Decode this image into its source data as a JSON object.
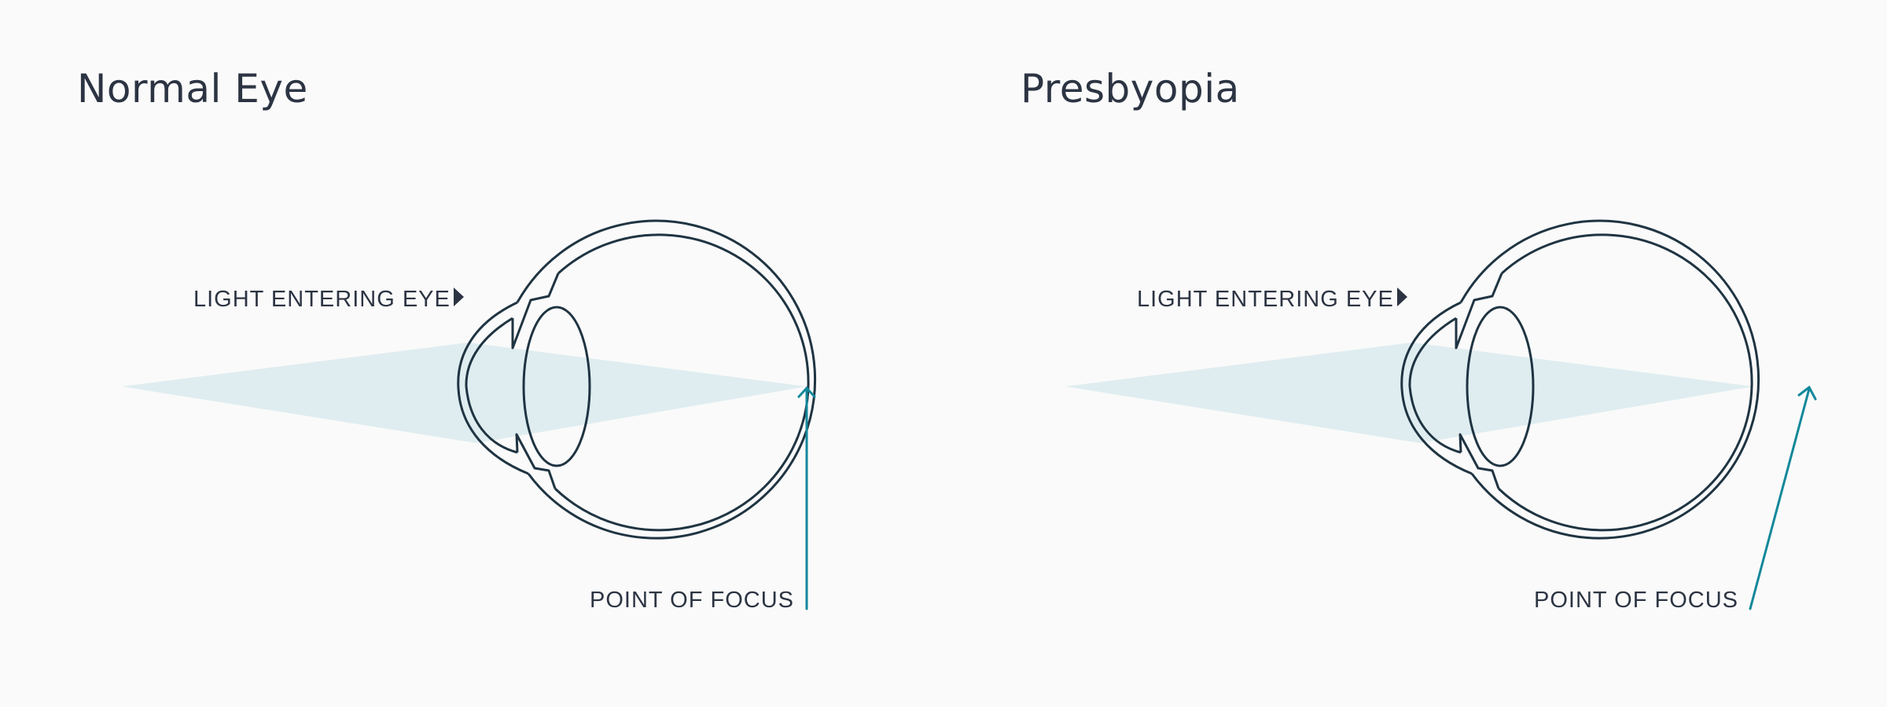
{
  "diagrams": [
    {
      "title": "Normal Eye",
      "light_label": "LIGHT ENTERING EYE",
      "focus_label": "POINT OF FOCUS",
      "focus_location": "on-retina"
    },
    {
      "title": "Presbyopia",
      "light_label": "LIGHT ENTERING EYE",
      "focus_label": "POINT OF FOCUS",
      "focus_location": "behind-retina"
    }
  ],
  "colors": {
    "background": "#fafafa",
    "text": "#2c3443",
    "outline": "#1f3442",
    "light_beam": "#dcebee",
    "focus_pointer": "#12889a"
  },
  "icons": {
    "light_marker": "triangle-right-icon",
    "focus_marker": "arrow-up-icon"
  }
}
